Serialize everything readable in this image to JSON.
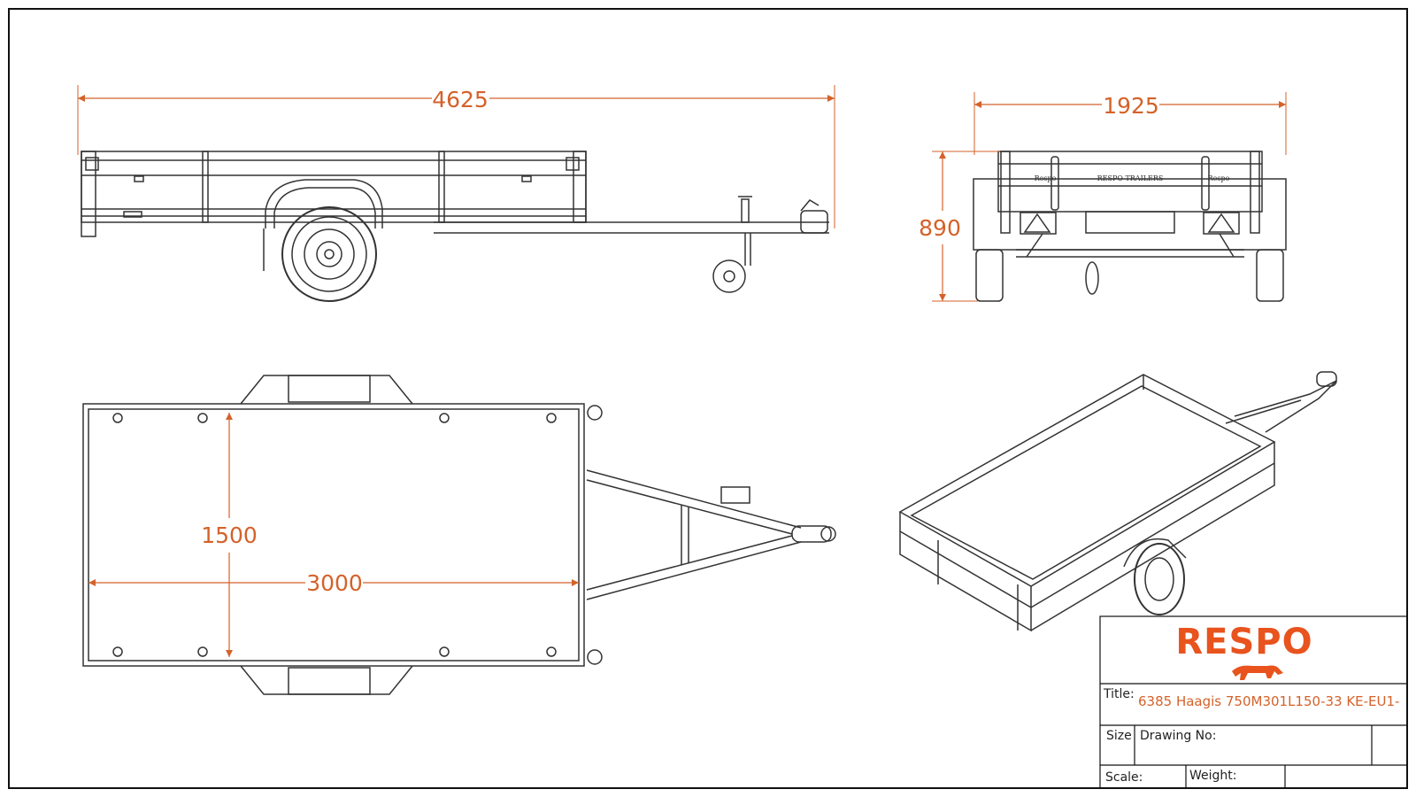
{
  "dimensions": {
    "side_length": "4625",
    "rear_width": "1925",
    "rear_height": "890",
    "top_width": "1500",
    "top_length": "3000"
  },
  "rear_view_labels": {
    "left": "Respo",
    "center": "RESPO TRAILERS",
    "right": "Respo"
  },
  "title_block": {
    "brand": "RESPO",
    "title_label": "Title:",
    "title_value": "6385 Haagis 750M301L150-33 KE-EU1-",
    "size_label": "Size",
    "drawing_no_label": "Drawing No:",
    "scale_label": "Scale:",
    "weight_label": "Weight:"
  },
  "colors": {
    "dimension": "#d4622a",
    "logo": "#e8531e",
    "line": "#333333"
  }
}
